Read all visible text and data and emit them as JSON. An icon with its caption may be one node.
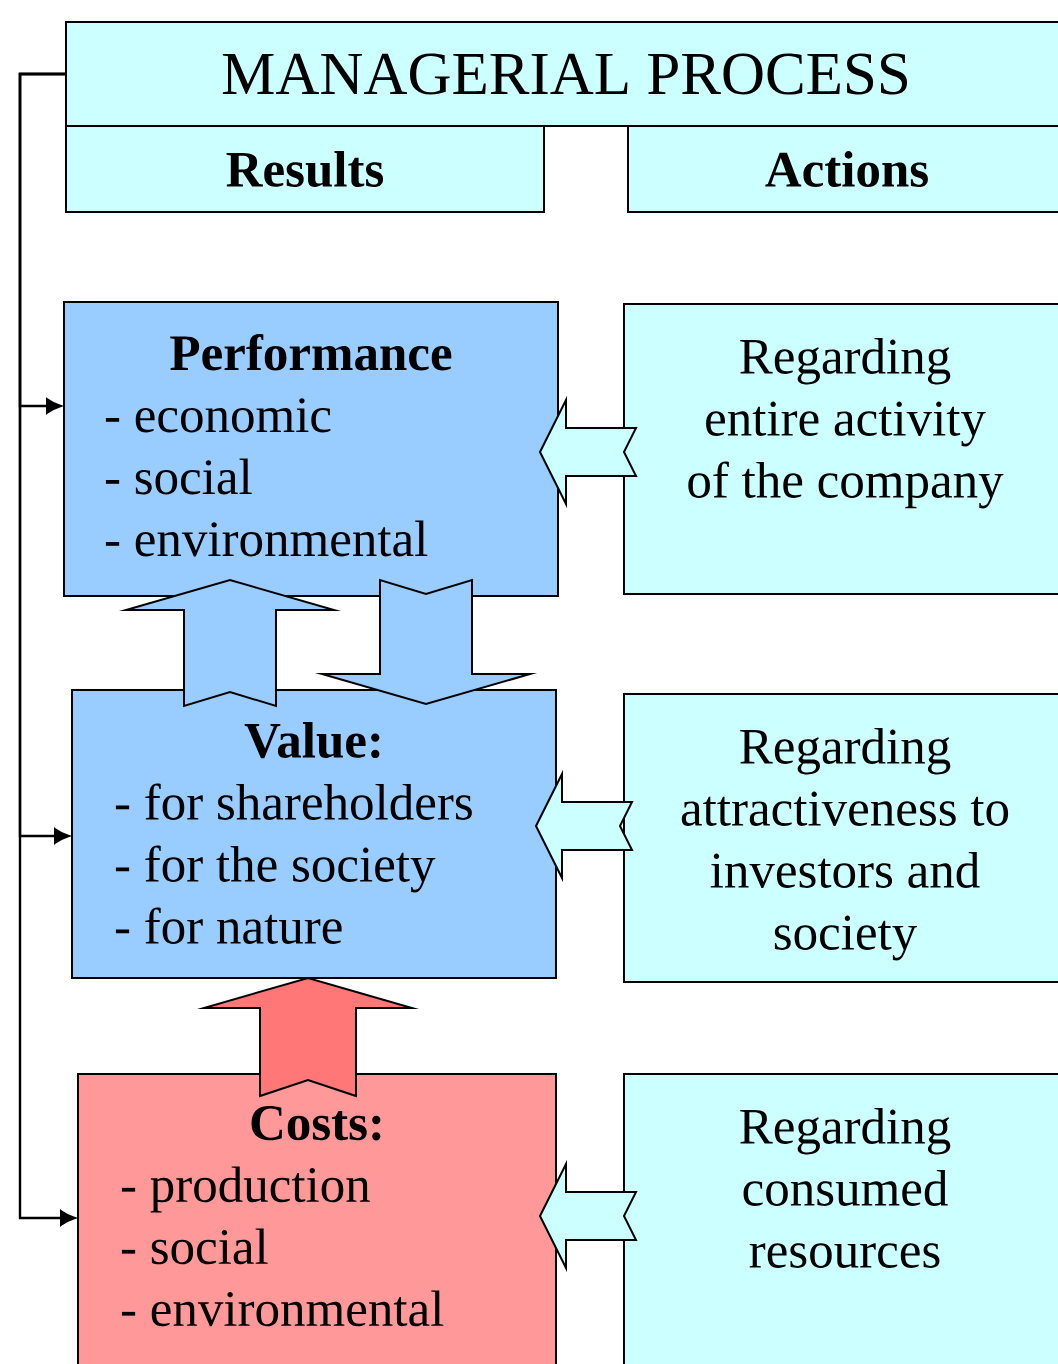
{
  "diagram": {
    "nodes": [
      {
        "text": [
          "MANAGERIAL PROCESS"
        ]
      },
      {
        "text": [
          "Results"
        ]
      },
      {
        "text": [
          "Actions"
        ]
      },
      {
        "text": [
          "Performance",
          "- economic",
          "- social",
          "- environmental"
        ]
      },
      {
        "text": [
          "Regarding entire activity of the company"
        ]
      },
      {
        "text": [
          "Value:",
          "- for shareholders",
          "- for the society",
          "- for nature"
        ]
      },
      {
        "text": [
          "Regarding attractiveness to investors and society"
        ]
      },
      {
        "text": [
          "Costs:",
          "- production",
          "- social",
          "- environmental"
        ]
      },
      {
        "text": [
          "Regarding consumed resources"
        ]
      }
    ],
    "edges": [
      {
        "from": 0,
        "to": 3,
        "arrow": "to"
      },
      {
        "from": 0,
        "to": 5,
        "arrow": "to"
      },
      {
        "from": 0,
        "to": 7,
        "arrow": "to"
      },
      {
        "from": 4,
        "to": 3,
        "arrow": "to",
        "style": "thick",
        "color": "#ccffff"
      },
      {
        "from": 5,
        "to": 3,
        "arrow": "to",
        "style": "thick",
        "color": "#99ccff"
      },
      {
        "from": 3,
        "to": 5,
        "arrow": "to",
        "style": "thick",
        "color": "#99ccff"
      },
      {
        "from": 6,
        "to": 5,
        "arrow": "to",
        "style": "thick",
        "color": "#ccffff"
      },
      {
        "from": 7,
        "to": 5,
        "arrow": "to",
        "style": "thick",
        "color": "#ff7777"
      },
      {
        "from": 8,
        "to": 7,
        "arrow": "to",
        "style": "thick",
        "color": "#ccffff"
      }
    ]
  }
}
